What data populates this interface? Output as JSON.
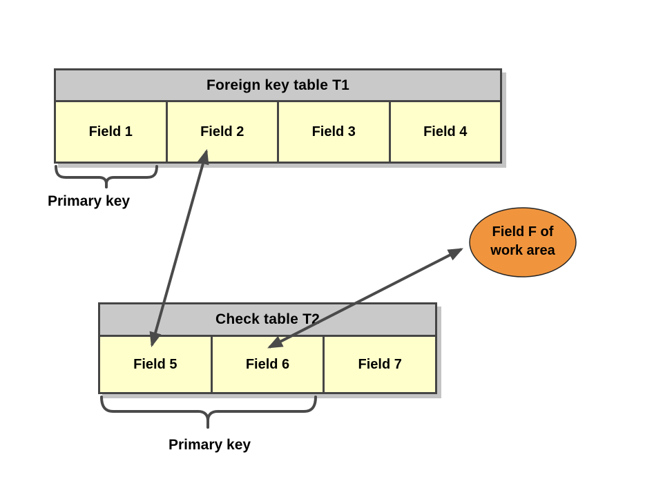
{
  "diagram": {
    "tables": {
      "t1": {
        "title": "Foreign key table T1",
        "fields": [
          "Field 1",
          "Field 2",
          "Field 3",
          "Field 4"
        ]
      },
      "t2": {
        "title": "Check table T2",
        "fields": [
          "Field 5",
          "Field 6",
          "Field 7"
        ]
      }
    },
    "annotations": {
      "t1_primary_key": "Primary key",
      "t2_primary_key": "Primary key"
    },
    "work_area": {
      "line1": "Field F of",
      "line2": "work area"
    },
    "colors": {
      "header_fill": "#C9C9C9",
      "cell_fill": "#FFFFCC",
      "border": "#454545",
      "connector": "#4A4A4A",
      "ellipse_fill": "#F0953E",
      "shadow": "#C4C4C4"
    }
  }
}
